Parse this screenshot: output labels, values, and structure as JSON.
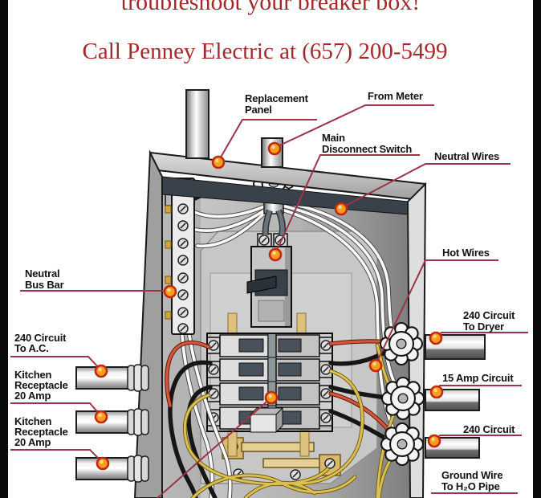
{
  "header": {
    "headline": "troubleshoot your breaker box!",
    "phone": "Call Penney Electric at (657) 200-5499"
  },
  "colors": {
    "header_text": "#a22a2a",
    "leader_line": "#9e3347",
    "callout_dot": "#ff9d1e",
    "callout_dot_ring": "#bf2a0e",
    "hot_wire": "#d4573a",
    "ground_wire": "#dcc052"
  },
  "labels": {
    "replacement_panel": {
      "lines": [
        "Replacement",
        "Panel"
      ]
    },
    "from_meter": {
      "lines": [
        "From Meter"
      ]
    },
    "main_disconnect": {
      "lines": [
        "Main",
        "Disconnect Switch"
      ]
    },
    "neutral_wires": {
      "lines": [
        "Neutral Wires"
      ]
    },
    "neutral_bus_bar": {
      "lines": [
        "Neutral",
        "Bus Bar"
      ]
    },
    "hot_wires": {
      "lines": [
        "Hot Wires"
      ]
    },
    "circuit_240_dryer": {
      "lines": [
        "240 Circuit",
        "To Dryer"
      ]
    },
    "circuit_15_amp": {
      "lines": [
        "15 Amp Circuit"
      ]
    },
    "circuit_240": {
      "lines": [
        "240 Circuit"
      ]
    },
    "ground_wire": {
      "lines": [
        "Ground Wire",
        "To H₂O Pipe"
      ]
    },
    "circuit_240_ac": {
      "lines": [
        "240 Circuit",
        "To A.C."
      ]
    },
    "kitchen_receptacle_1": {
      "lines": [
        "Kitchen",
        "Receptacle",
        "20 Amp"
      ]
    },
    "kitchen_receptacle_2": {
      "lines": [
        "Kitchen",
        "Receptacle",
        "20 Amp"
      ]
    }
  }
}
